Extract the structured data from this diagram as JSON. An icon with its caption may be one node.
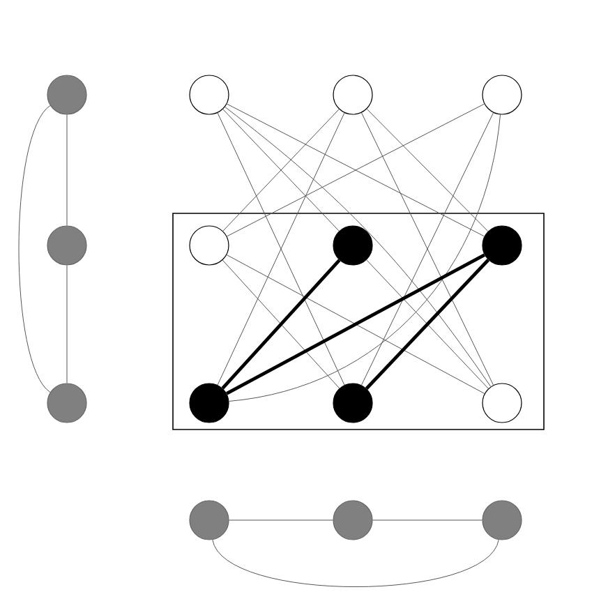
{
  "diagram": {
    "nodes": [
      {
        "text": [],
        "shape": "circle"
      },
      {
        "text": [],
        "shape": "circle"
      },
      {
        "text": [],
        "shape": "circle"
      },
      {
        "text": [],
        "shape": "circle"
      },
      {
        "text": [],
        "shape": "circle"
      },
      {
        "text": [],
        "shape": "circle"
      },
      {
        "text": [],
        "shape": "box"
      },
      {
        "text": [],
        "shape": "circle",
        "in": 6
      },
      {
        "text": [],
        "shape": "circle",
        "in": 6
      },
      {
        "text": [],
        "shape": "circle",
        "in": 6
      },
      {
        "text": [],
        "shape": "circle",
        "in": 6
      },
      {
        "text": [],
        "shape": "circle",
        "in": 6
      },
      {
        "text": [],
        "shape": "circle",
        "in": 6
      },
      {
        "text": [],
        "shape": "circle"
      },
      {
        "text": [],
        "shape": "circle"
      },
      {
        "text": [],
        "shape": "circle"
      }
    ],
    "edges": [
      {
        "from": 0,
        "to": 1,
        "arrow": "none"
      },
      {
        "from": 1,
        "to": 2,
        "arrow": "none"
      },
      {
        "from": 0,
        "to": 2,
        "arrow": "none"
      },
      {
        "from": 3,
        "to": 8,
        "arrow": "none"
      },
      {
        "from": 3,
        "to": 11,
        "arrow": "none"
      },
      {
        "from": 3,
        "to": 9,
        "arrow": "none"
      },
      {
        "from": 3,
        "to": 12,
        "arrow": "none"
      },
      {
        "from": 4,
        "to": 7,
        "arrow": "none"
      },
      {
        "from": 4,
        "to": 10,
        "arrow": "none"
      },
      {
        "from": 4,
        "to": 9,
        "arrow": "none"
      },
      {
        "from": 4,
        "to": 12,
        "arrow": "none"
      },
      {
        "from": 5,
        "to": 7,
        "arrow": "none"
      },
      {
        "from": 5,
        "to": 11,
        "arrow": "none"
      },
      {
        "from": 5,
        "to": 10,
        "arrow": "none"
      },
      {
        "from": 7,
        "to": 11,
        "arrow": "none"
      },
      {
        "from": 7,
        "to": 12,
        "arrow": "none"
      },
      {
        "from": 8,
        "to": 12,
        "arrow": "none"
      },
      {
        "from": 10,
        "to": 8,
        "arrow": "none",
        "style": "thick",
        "color": "#000000"
      },
      {
        "from": 10,
        "to": 9,
        "arrow": "none",
        "style": "thick",
        "color": "#000000"
      },
      {
        "from": 11,
        "to": 9,
        "arrow": "none",
        "style": "thick",
        "color": "#000000"
      },
      {
        "from": 13,
        "to": 14,
        "arrow": "none"
      },
      {
        "from": 14,
        "to": 15,
        "arrow": "none"
      },
      {
        "from": 13,
        "to": 15,
        "arrow": "none"
      }
    ]
  }
}
